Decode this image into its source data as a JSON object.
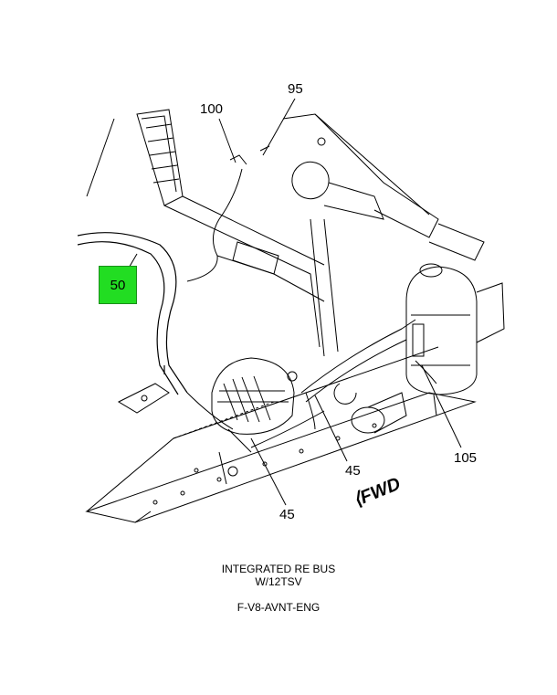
{
  "callouts": {
    "c95": "95",
    "c100": "100",
    "c50": "50",
    "c45a": "45",
    "c45b": "45",
    "c105": "105"
  },
  "direction": {
    "label": "FWD",
    "arrow": "⟨"
  },
  "caption": {
    "line1": "INTEGRATED RE BUS",
    "line2": "W/12TSV",
    "code": "F-V8-AVNT-ENG"
  },
  "colors": {
    "highlight": "#22dd22",
    "line": "#000000"
  }
}
